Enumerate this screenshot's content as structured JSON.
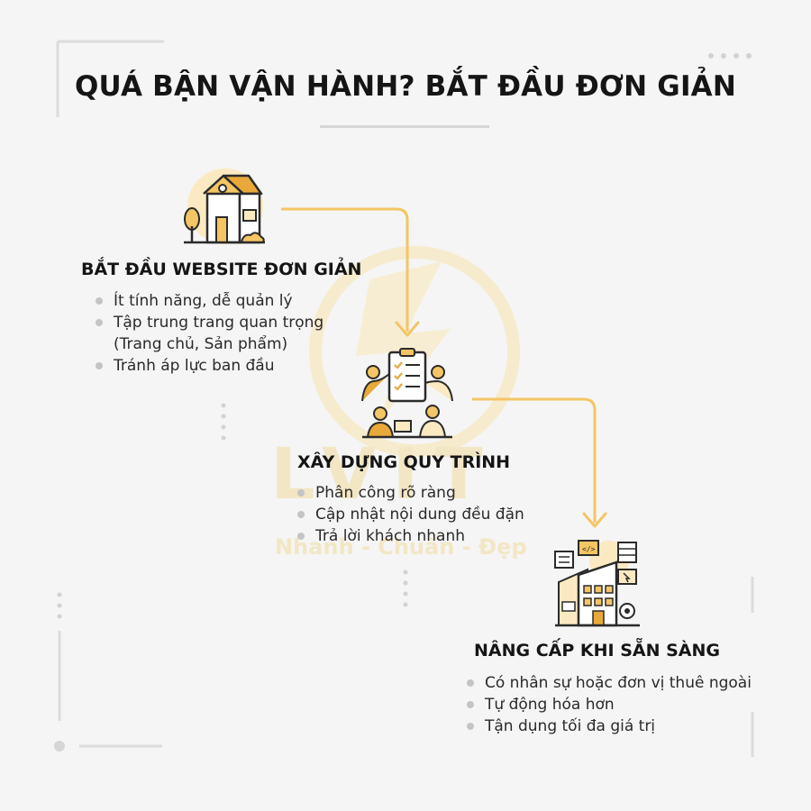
{
  "title": "QUÁ BẬN VẬN HÀNH? BẮT ĐẦU ĐƠN GIẢN",
  "steps": [
    {
      "icon": "house-icon",
      "heading": "BẮT ĐẦU WEBSITE ĐƠN GIẢN",
      "bullets": [
        "Ít tính năng, dễ quản lý",
        "Tập trung trang quan trọng",
        "(Trang chủ, Sản phẩm)",
        "Tránh áp lực ban đầu"
      ]
    },
    {
      "icon": "team-checklist-icon",
      "heading": "XÂY DỰNG QUY TRÌNH",
      "bullets": [
        "Phân công rõ ràng",
        "Cập nhật nội dung đều đặn",
        "Trả lời khách nhanh"
      ]
    },
    {
      "icon": "smart-building-icon",
      "heading": "NÂNG CẤP KHI SẴN SÀNG",
      "bullets": [
        "Có nhân sự hoặc đơn vị thuê ngoài",
        "Tự động hóa hơn",
        "Tận dụng tối đa giá trị"
      ]
    }
  ],
  "watermark": {
    "brand": "LVIT",
    "tagline": "Nhanh - Chuẩn - Đẹp"
  },
  "colors": {
    "accent": "#f4c564",
    "accent_light": "#fbe9c2",
    "accent_dark": "#e8a93a",
    "background": "#f5f5f5",
    "text": "#151515"
  }
}
